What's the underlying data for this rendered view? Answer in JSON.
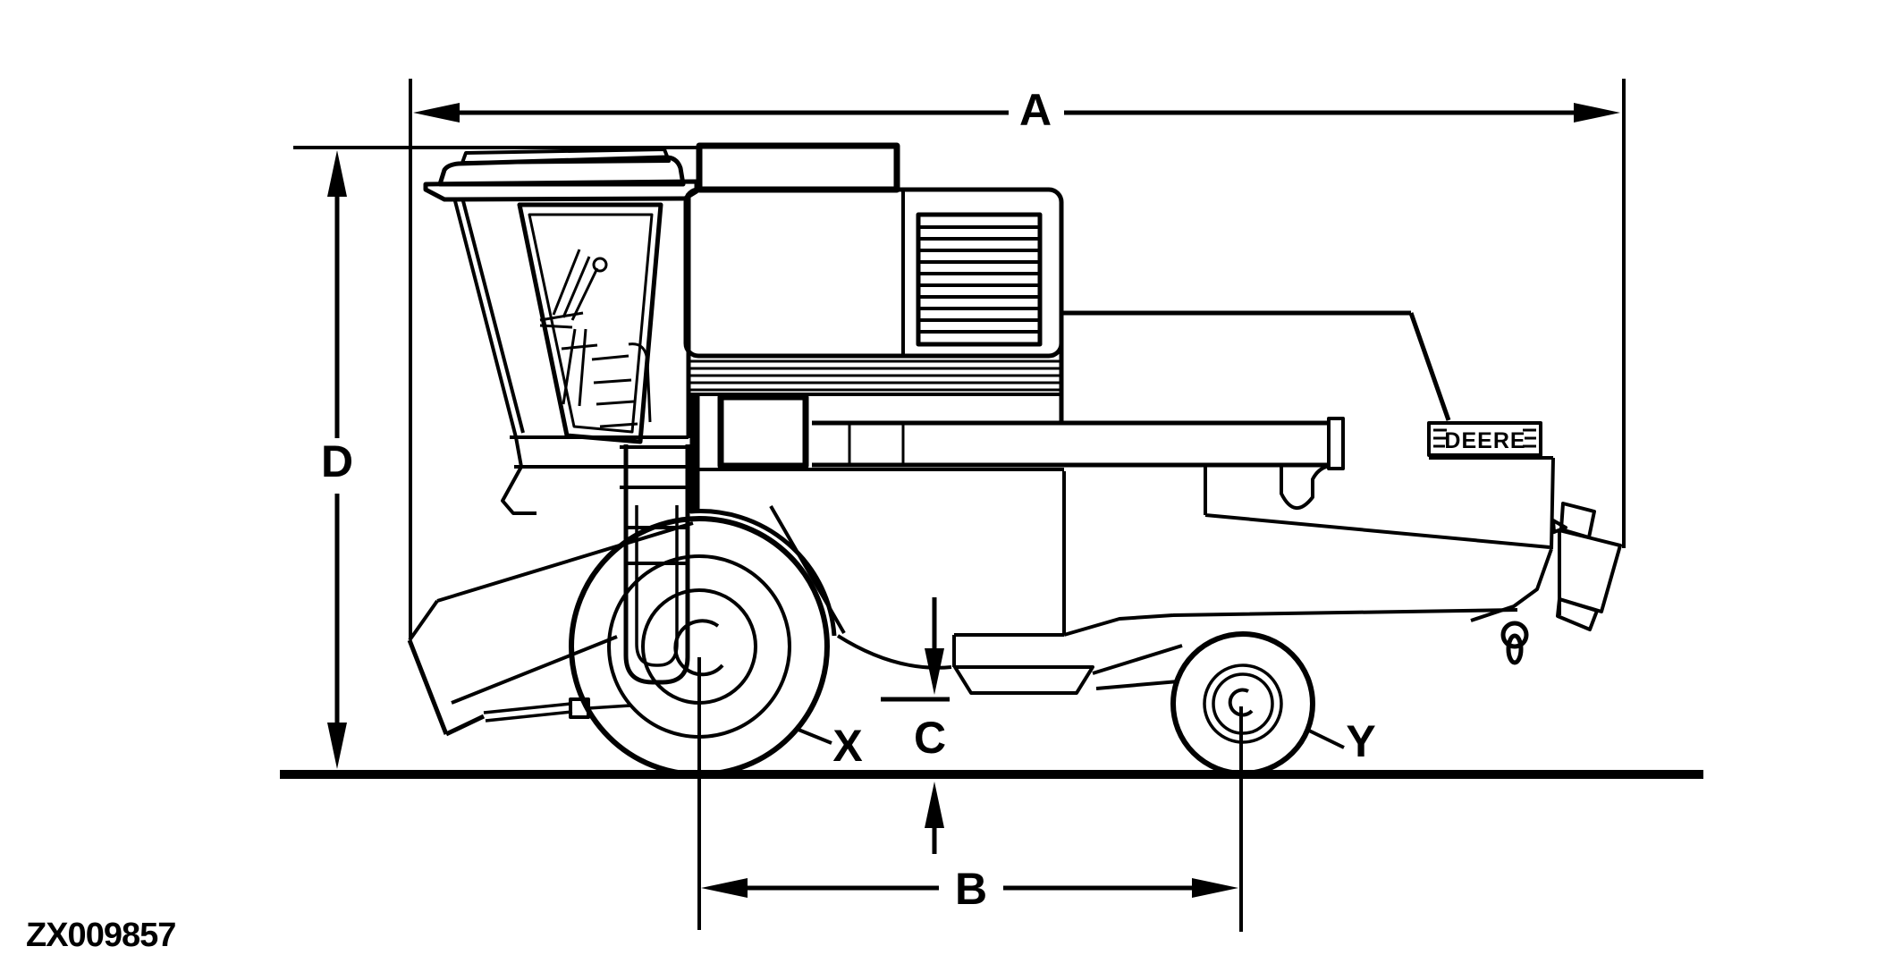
{
  "figure_code": "ZX009857",
  "brand_badge": "DEERE",
  "dimension_labels": {
    "a": "A",
    "b": "B",
    "c": "C",
    "d": "D"
  },
  "wheel_labels": {
    "x": "X",
    "y": "Y"
  },
  "colors": {
    "line": "#000000",
    "background": "#ffffff"
  }
}
